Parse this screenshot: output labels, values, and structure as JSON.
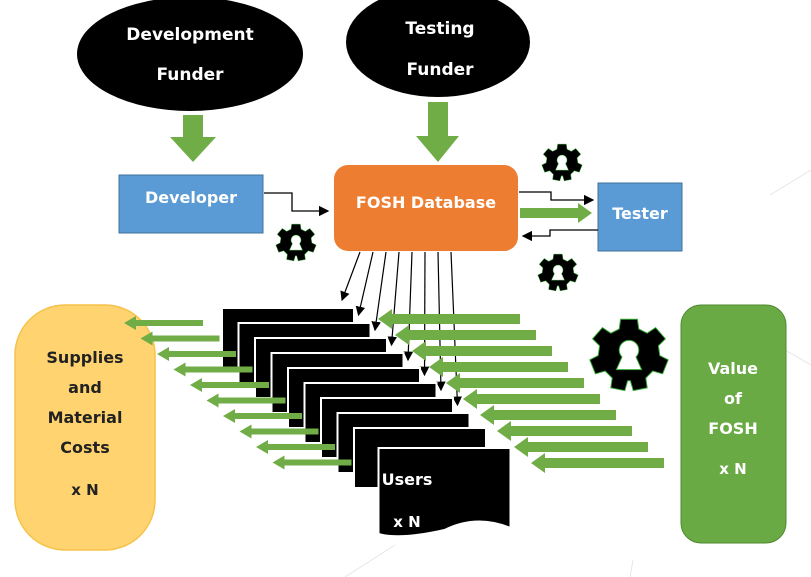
{
  "nodes": {
    "development_funder": {
      "line1": "Development",
      "line2": "Funder"
    },
    "testing_funder": {
      "line1": "Testing",
      "line2": "Funder"
    },
    "developer": {
      "label": "Developer"
    },
    "fosh_database": {
      "label": "FOSH Database"
    },
    "tester": {
      "label": "Tester"
    },
    "supplies": {
      "line1": "Supplies",
      "line2": "and",
      "line3": "Material",
      "line4": "Costs",
      "line5": "x N"
    },
    "users": {
      "line1": "Users",
      "line2": "x N"
    },
    "value": {
      "line1": "Value",
      "line2": "of",
      "line3": "FOSH",
      "line4": "x N"
    }
  },
  "icons": [
    "open-source-hardware-gear-icon"
  ],
  "colors": {
    "ellipse": "#000000",
    "box_blue": "#5b9bd5",
    "box_orange": "#ed7d31",
    "arrow_green": "#70ad47",
    "supplies_fill": "#ffd470",
    "value_fill": "#6aaa44",
    "document": "#000000"
  },
  "counts": {
    "user_documents": 10,
    "stack_arrows": 10,
    "db_to_user_links": 8
  }
}
